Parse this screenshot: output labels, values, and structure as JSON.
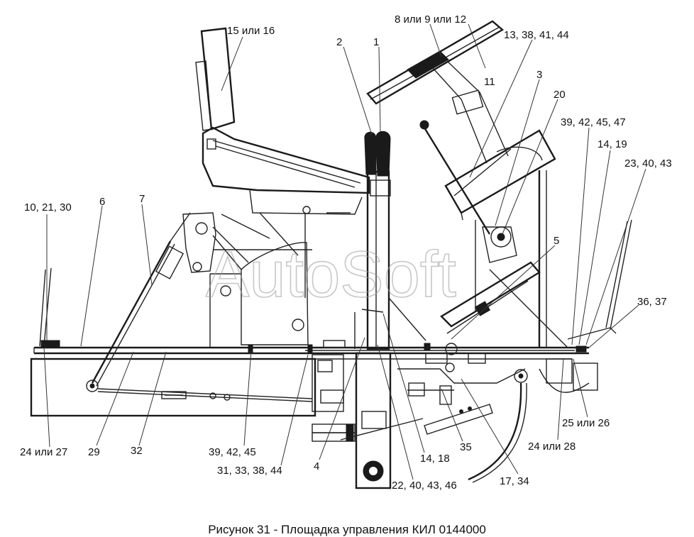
{
  "caption": "Рисунок 31 - Площадка управления КИЛ 0144000",
  "watermark": "AutoSoft",
  "callouts": [
    {
      "id": "c-8-9-12",
      "text": "8 или 9 или 12"
    },
    {
      "id": "c-15-16",
      "text": "15 или 16"
    },
    {
      "id": "c-2",
      "text": "2"
    },
    {
      "id": "c-1",
      "text": "1"
    },
    {
      "id": "c-13-38-41-44",
      "text": "13, 38, 41, 44"
    },
    {
      "id": "c-11",
      "text": "11"
    },
    {
      "id": "c-3",
      "text": "3"
    },
    {
      "id": "c-20",
      "text": "20"
    },
    {
      "id": "c-39-42-45-47",
      "text": "39, 42, 45, 47"
    },
    {
      "id": "c-14-19",
      "text": "14, 19"
    },
    {
      "id": "c-23-40-43",
      "text": "23, 40, 43"
    },
    {
      "id": "c-10-21-30",
      "text": "10, 21, 30"
    },
    {
      "id": "c-6",
      "text": "6"
    },
    {
      "id": "c-7",
      "text": "7"
    },
    {
      "id": "c-5",
      "text": "5"
    },
    {
      "id": "c-36-37",
      "text": "36, 37"
    },
    {
      "id": "c-25-26",
      "text": "25 или 26"
    },
    {
      "id": "c-24-28",
      "text": "24 или 28"
    },
    {
      "id": "c-24-27",
      "text": "24 или 27"
    },
    {
      "id": "c-29",
      "text": "29"
    },
    {
      "id": "c-32",
      "text": "32"
    },
    {
      "id": "c-39-42-45",
      "text": "39, 42, 45"
    },
    {
      "id": "c-31-33-38-44",
      "text": "31, 33, 38, 44"
    },
    {
      "id": "c-4",
      "text": "4"
    },
    {
      "id": "c-14-18",
      "text": "14, 18"
    },
    {
      "id": "c-35",
      "text": "35"
    },
    {
      "id": "c-22-40-43-46",
      "text": "22, 40, 43, 46"
    },
    {
      "id": "c-17-34",
      "text": "17, 34"
    }
  ]
}
